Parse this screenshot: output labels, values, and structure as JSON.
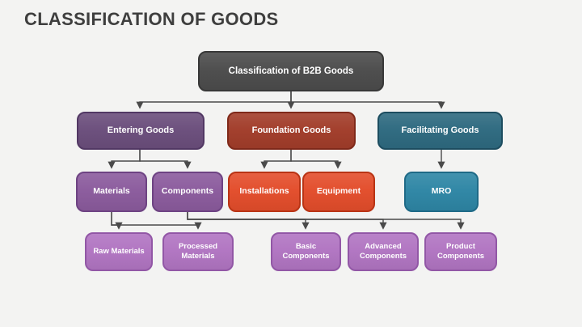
{
  "page_title": "CLASSIFICATION OF GOODS",
  "diagram": {
    "type": "hierarchy-flowchart",
    "nodes": {
      "root": {
        "label": "Classification of B2B Goods",
        "fill": "#4c4c4c",
        "border": "#383838",
        "text_color": "#ffffff"
      },
      "entering": {
        "label": "Entering Goods",
        "fill": "#6b4e7c",
        "border": "#523864",
        "text_color": "#ffffff"
      },
      "foundation": {
        "label": "Foundation Goods",
        "fill": "#a23d2a",
        "border": "#7f291a",
        "text_color": "#ffffff"
      },
      "facilitating": {
        "label": "Facilitating Goods",
        "fill": "#2e6a80",
        "border": "#1d4d60",
        "text_color": "#ffffff"
      },
      "materials": {
        "label": "Materials",
        "fill": "#8b5b9d",
        "border": "#6e4383",
        "text_color": "#ffffff"
      },
      "components": {
        "label": "Components",
        "fill": "#8b5b9d",
        "border": "#6e4383",
        "text_color": "#ffffff"
      },
      "installations": {
        "label": "Installations",
        "fill": "#e34d2b",
        "border": "#b93415",
        "text_color": "#ffffff"
      },
      "equipment": {
        "label": "Equipment",
        "fill": "#e34d2b",
        "border": "#b93415",
        "text_color": "#ffffff"
      },
      "mro": {
        "label": "MRO",
        "fill": "#2e86a5",
        "border": "#1f6a87",
        "text_color": "#ffffff"
      },
      "raw": {
        "label": "Raw Materials",
        "fill": "#b175c2",
        "border": "#9257a6",
        "text_color": "#ffffff"
      },
      "processed": {
        "label": "Processed Materials",
        "fill": "#b175c2",
        "border": "#9257a6",
        "text_color": "#ffffff"
      },
      "basic": {
        "label": "Basic Components",
        "fill": "#b175c2",
        "border": "#9257a6",
        "text_color": "#ffffff"
      },
      "advanced": {
        "label": "Advanced Components",
        "fill": "#b175c2",
        "border": "#9257a6",
        "text_color": "#ffffff"
      },
      "product": {
        "label": "Product Components",
        "fill": "#b175c2",
        "border": "#9257a6",
        "text_color": "#ffffff"
      }
    },
    "edges": [
      [
        "root",
        "entering"
      ],
      [
        "root",
        "foundation"
      ],
      [
        "root",
        "facilitating"
      ],
      [
        "entering",
        "materials"
      ],
      [
        "entering",
        "components"
      ],
      [
        "foundation",
        "installations"
      ],
      [
        "foundation",
        "equipment"
      ],
      [
        "facilitating",
        "mro"
      ],
      [
        "materials",
        "raw"
      ],
      [
        "materials",
        "processed"
      ],
      [
        "components",
        "basic"
      ],
      [
        "components",
        "advanced"
      ],
      [
        "components",
        "product"
      ]
    ],
    "connector_color": "#4a4a4a",
    "title_color": "#3e3e3e",
    "background_color": "#f3f3f2"
  }
}
